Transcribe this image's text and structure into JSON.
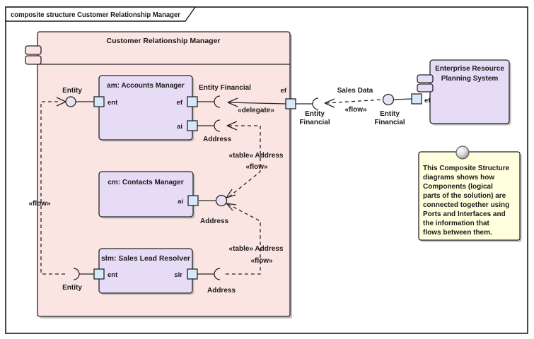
{
  "frame": {
    "label": "composite structure Customer Relationship Manager"
  },
  "crm": {
    "title": "Customer Relationship Manager",
    "boundary_port_ef": "ef",
    "am": {
      "title": "am: Accounts Manager",
      "port_ent": "ent",
      "port_ef": "ef",
      "port_ai": "ai"
    },
    "cm": {
      "title": "cm: Contacts Manager",
      "port_ai": "ai"
    },
    "slm": {
      "title": "slm: Sales Lead Resolver",
      "port_ent": "ent",
      "port_slr": "slr"
    }
  },
  "erp": {
    "title_line1": "Enterprise Resource",
    "title_line2": "Planning System",
    "port_ef": "ef"
  },
  "interfaces": {
    "entity_provided_am": "Entity",
    "entity_required_slm": "Entity",
    "entity_financial_required_am": "Entity Financial",
    "address_required_am": "Address",
    "address_provided_cm": "Address",
    "address_required_slm": "Address",
    "entity_financial_required_crm_line1": "Entity",
    "entity_financial_required_crm_line2": "Financial",
    "entity_financial_provided_erp_line1": "Entity",
    "entity_financial_provided_erp_line2": "Financial"
  },
  "flows": {
    "delegate": "«delegate»",
    "flow_left": "«flow»",
    "table_address_upper": "«table» Address",
    "flow_upper": "«flow»",
    "table_address_lower": "«table» Address",
    "flow_lower": "«flow»",
    "sales_data": "Sales Data",
    "sales_flow": "«flow»"
  },
  "note": {
    "lines": [
      "This Composite Structure",
      "diagrams shows how",
      "Components (logical",
      "parts of the solution) are",
      "connected together using",
      "Ports and Interfaces and",
      "the information that",
      "flows between them."
    ]
  },
  "colors": {
    "container_fill": "#FBE5E2",
    "component_fill": "#E6DCF6",
    "port_fill": "#D6E9F8",
    "ball_fill": "#EAE1F4",
    "note_fill": "#FFFFDE",
    "line": "#262626"
  }
}
